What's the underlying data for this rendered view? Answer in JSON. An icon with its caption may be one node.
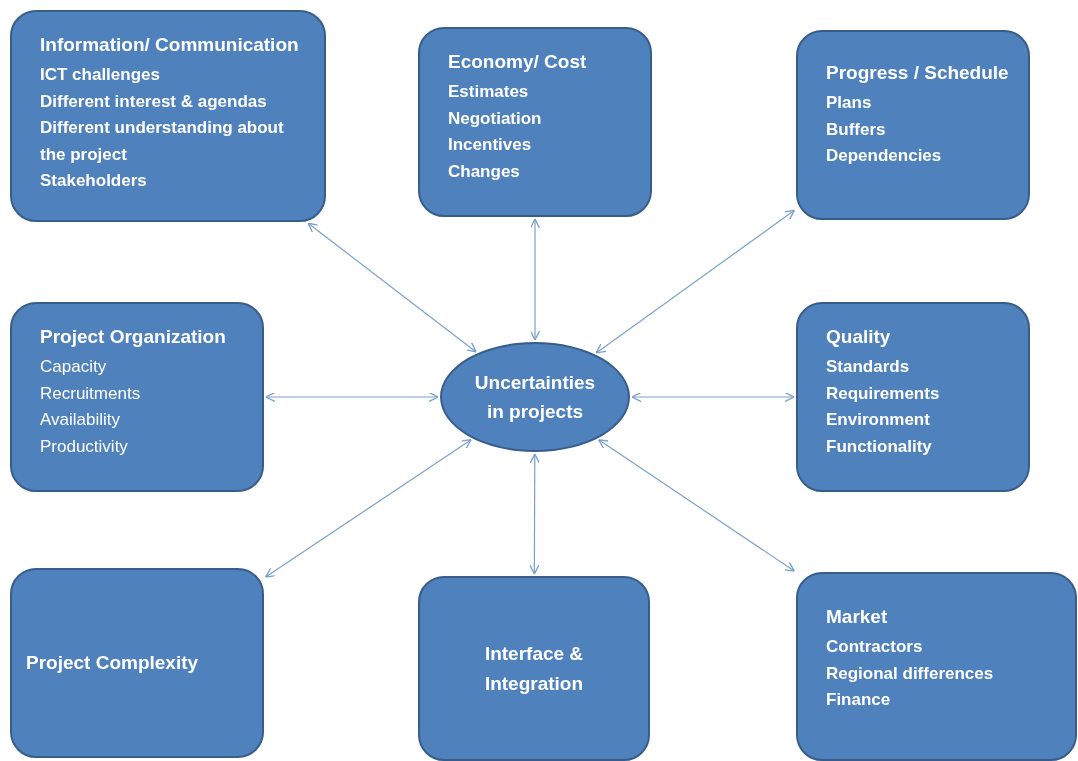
{
  "diagram": {
    "nodes": [
      {
        "text": [
          "Information/ Communication",
          "ICT challenges",
          "Different interest & agendas",
          "Different understanding about the project",
          "Stakeholders"
        ]
      },
      {
        "text": [
          "Economy/ Cost",
          "Estimates",
          "Negotiation",
          "Incentives",
          "Changes"
        ]
      },
      {
        "text": [
          "Progress / Schedule",
          "Plans",
          "Buffers",
          "Dependencies"
        ]
      },
      {
        "text": [
          "Project Organization",
          "Capacity",
          "Recruitments",
          "Availability",
          "Productivity"
        ]
      },
      {
        "text": [
          "Uncertainties in projects"
        ]
      },
      {
        "text": [
          "Quality",
          "Standards",
          "Requirements",
          "Environment",
          "Functionality"
        ]
      },
      {
        "text": [
          "Project Complexity"
        ]
      },
      {
        "text": [
          "Interface & Integration"
        ]
      },
      {
        "text": [
          "Market",
          "Contractors",
          "Regional differences",
          "Finance"
        ]
      }
    ],
    "edges": [
      {
        "from": 4,
        "to": 0,
        "arrow": "both"
      },
      {
        "from": 4,
        "to": 1,
        "arrow": "both"
      },
      {
        "from": 4,
        "to": 2,
        "arrow": "both"
      },
      {
        "from": 4,
        "to": 3,
        "arrow": "both"
      },
      {
        "from": 4,
        "to": 5,
        "arrow": "both"
      },
      {
        "from": 4,
        "to": 6,
        "arrow": "both"
      },
      {
        "from": 4,
        "to": 7,
        "arrow": "both"
      },
      {
        "from": 4,
        "to": 8,
        "arrow": "both"
      }
    ]
  }
}
